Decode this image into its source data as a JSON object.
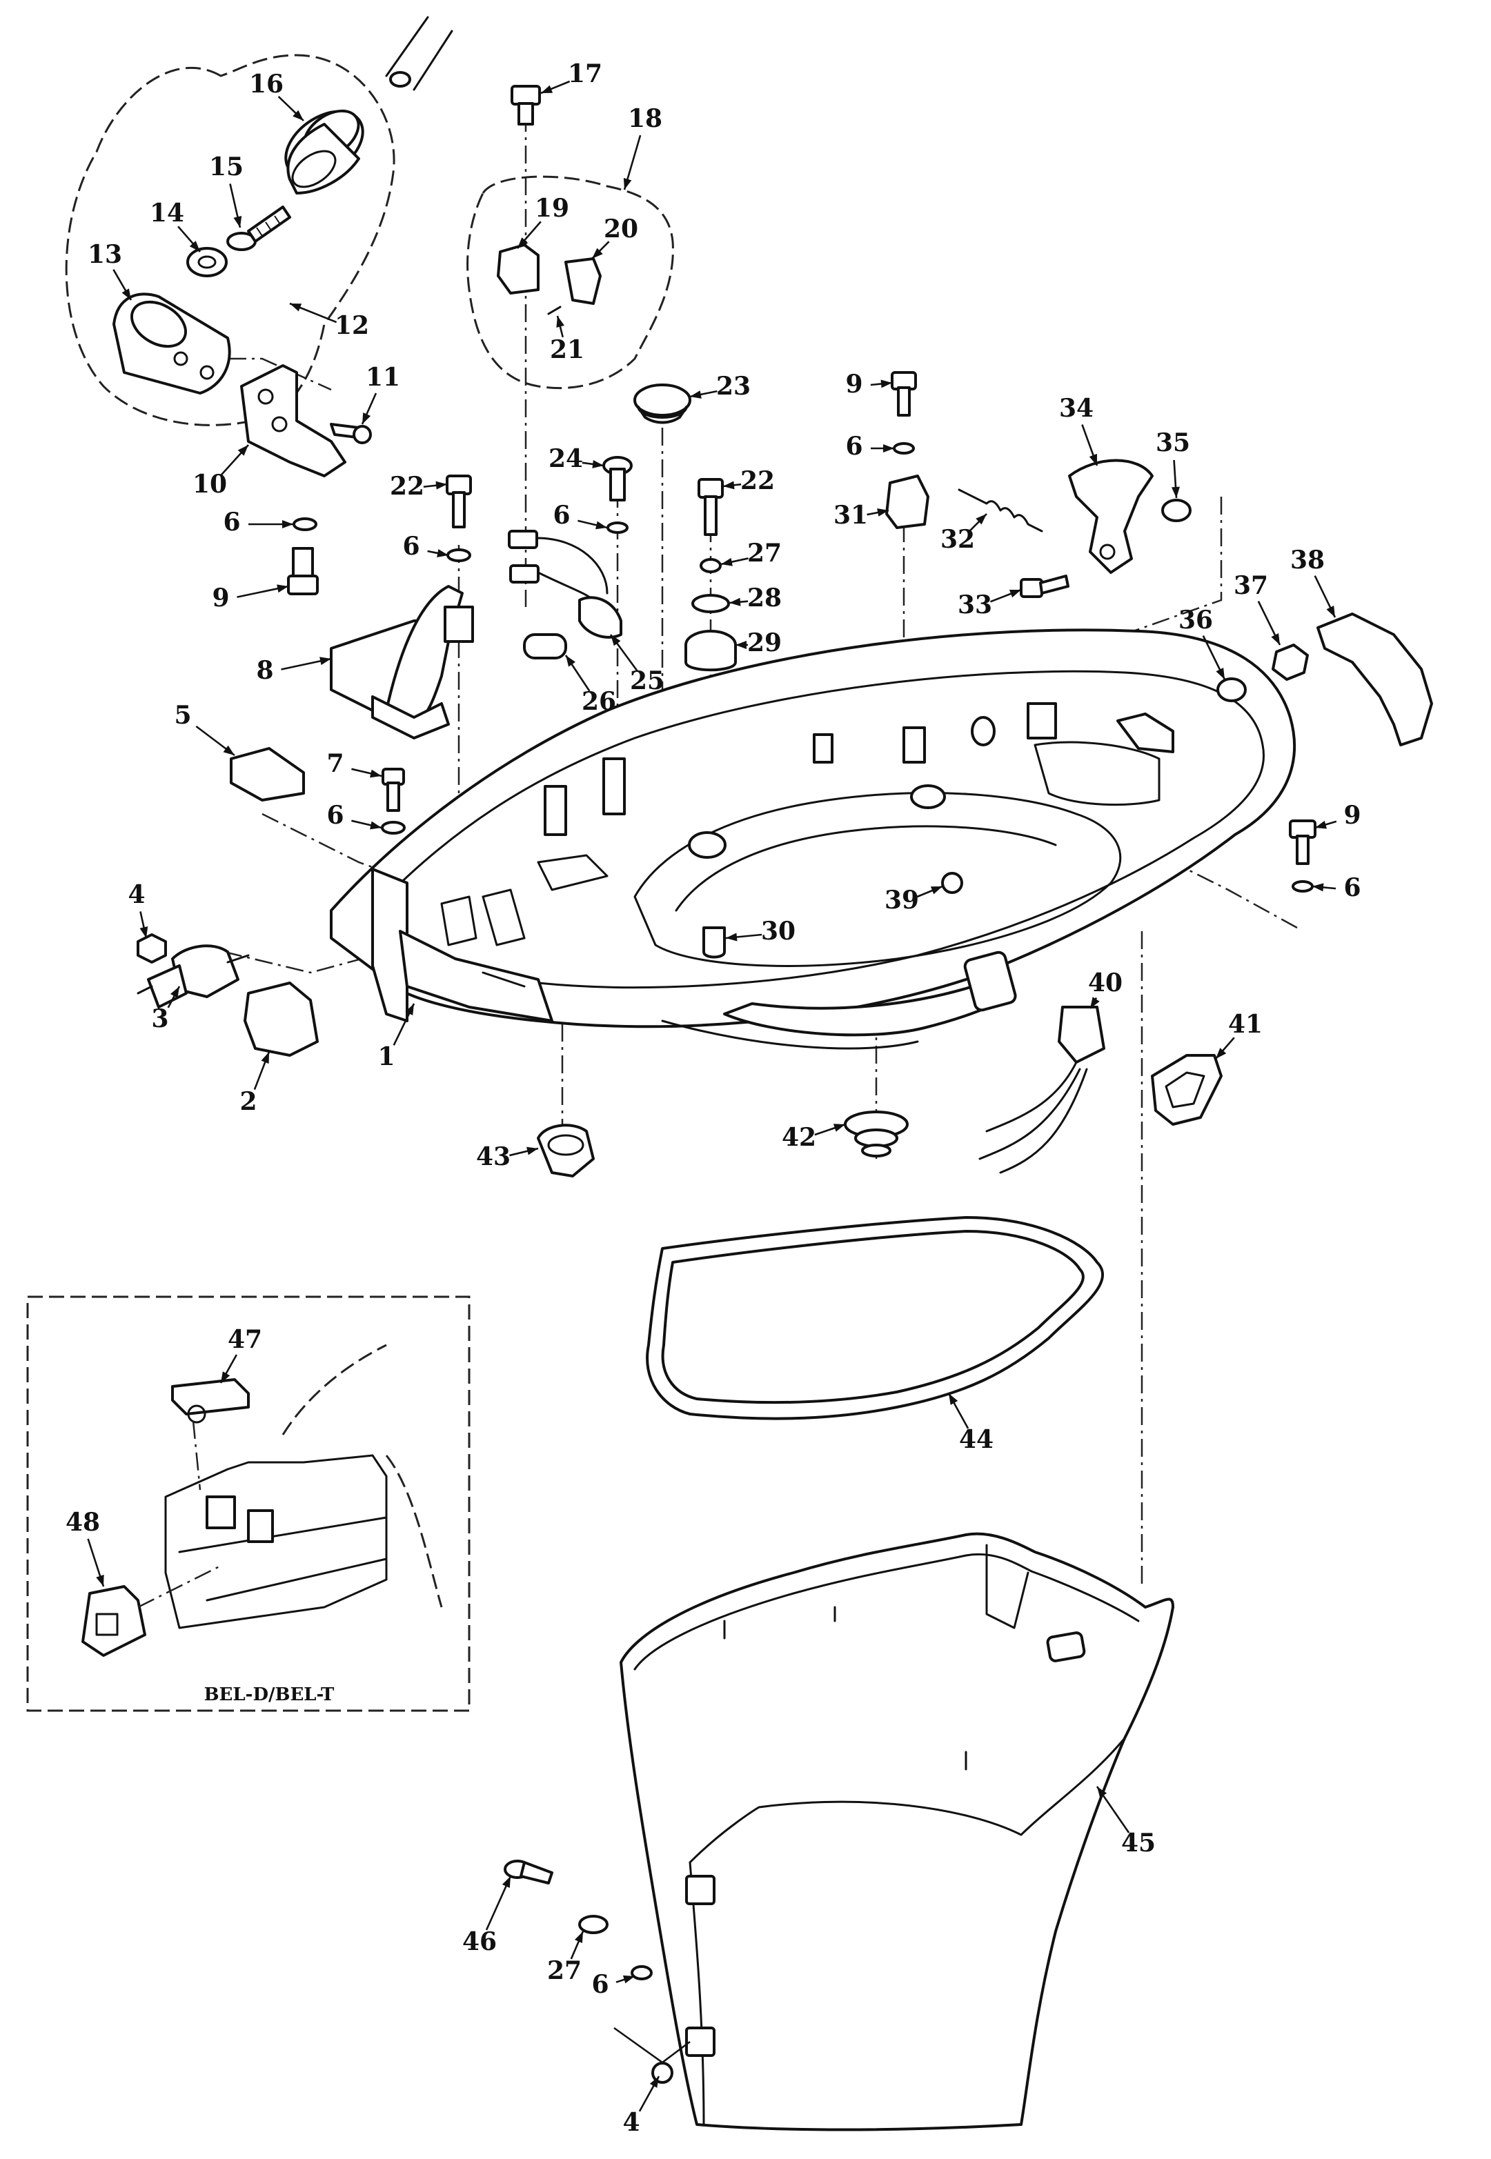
{
  "callouts": [
    "1",
    "2",
    "3",
    "4",
    "5",
    "6",
    "7",
    "8",
    "9",
    "10",
    "11",
    "12",
    "13",
    "14",
    "15",
    "16",
    "17",
    "18",
    "19",
    "20",
    "21",
    "22",
    "23",
    "24",
    "25",
    "26",
    "27",
    "28",
    "29",
    "30",
    "31",
    "32",
    "33",
    "34",
    "35",
    "36",
    "37",
    "38",
    "39",
    "40",
    "41",
    "42",
    "43",
    "44",
    "45",
    "46",
    "47",
    "48"
  ],
  "inset": {
    "caption": "BEL-D/BEL-T"
  }
}
